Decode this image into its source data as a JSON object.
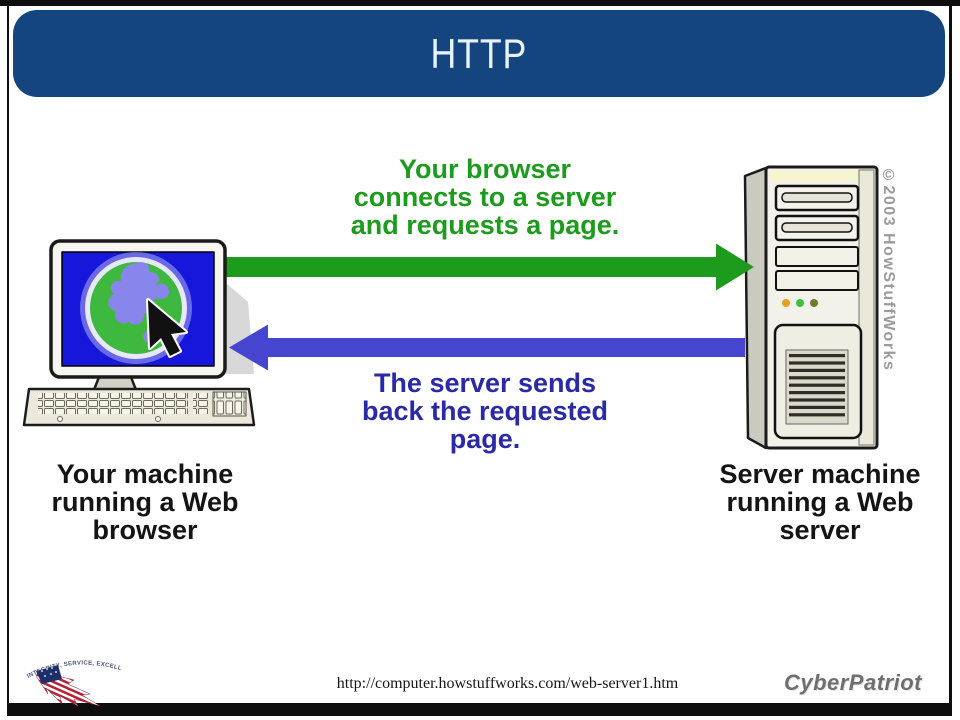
{
  "colors": {
    "title_navy": "#15457f",
    "frame_black": "#0e0e0e",
    "request_green": "#1d9b1d",
    "response_arrow_blue": "#4645d0",
    "response_text_blue": "#2a2aa6",
    "screen_blue": "#1717dc"
  },
  "title_bar": {
    "title": "HTTP"
  },
  "diagram": {
    "request_label": "Your browser\nconnects to a server\nand requests a page.",
    "response_label": "The server sends\nback the requested\npage.",
    "client_caption": "Your machine\nrunning a Web\nbrowser",
    "server_caption": "Server machine\nrunning a Web\nserver",
    "copyright": "©2003 HowStuffWorks"
  },
  "footer": {
    "source_url": "http://computer.howstuffworks.com/web-server1.htm",
    "brand": "CyberPatriot",
    "motto": "INTEGRITY, SERVICE, EXCELLENCE"
  }
}
